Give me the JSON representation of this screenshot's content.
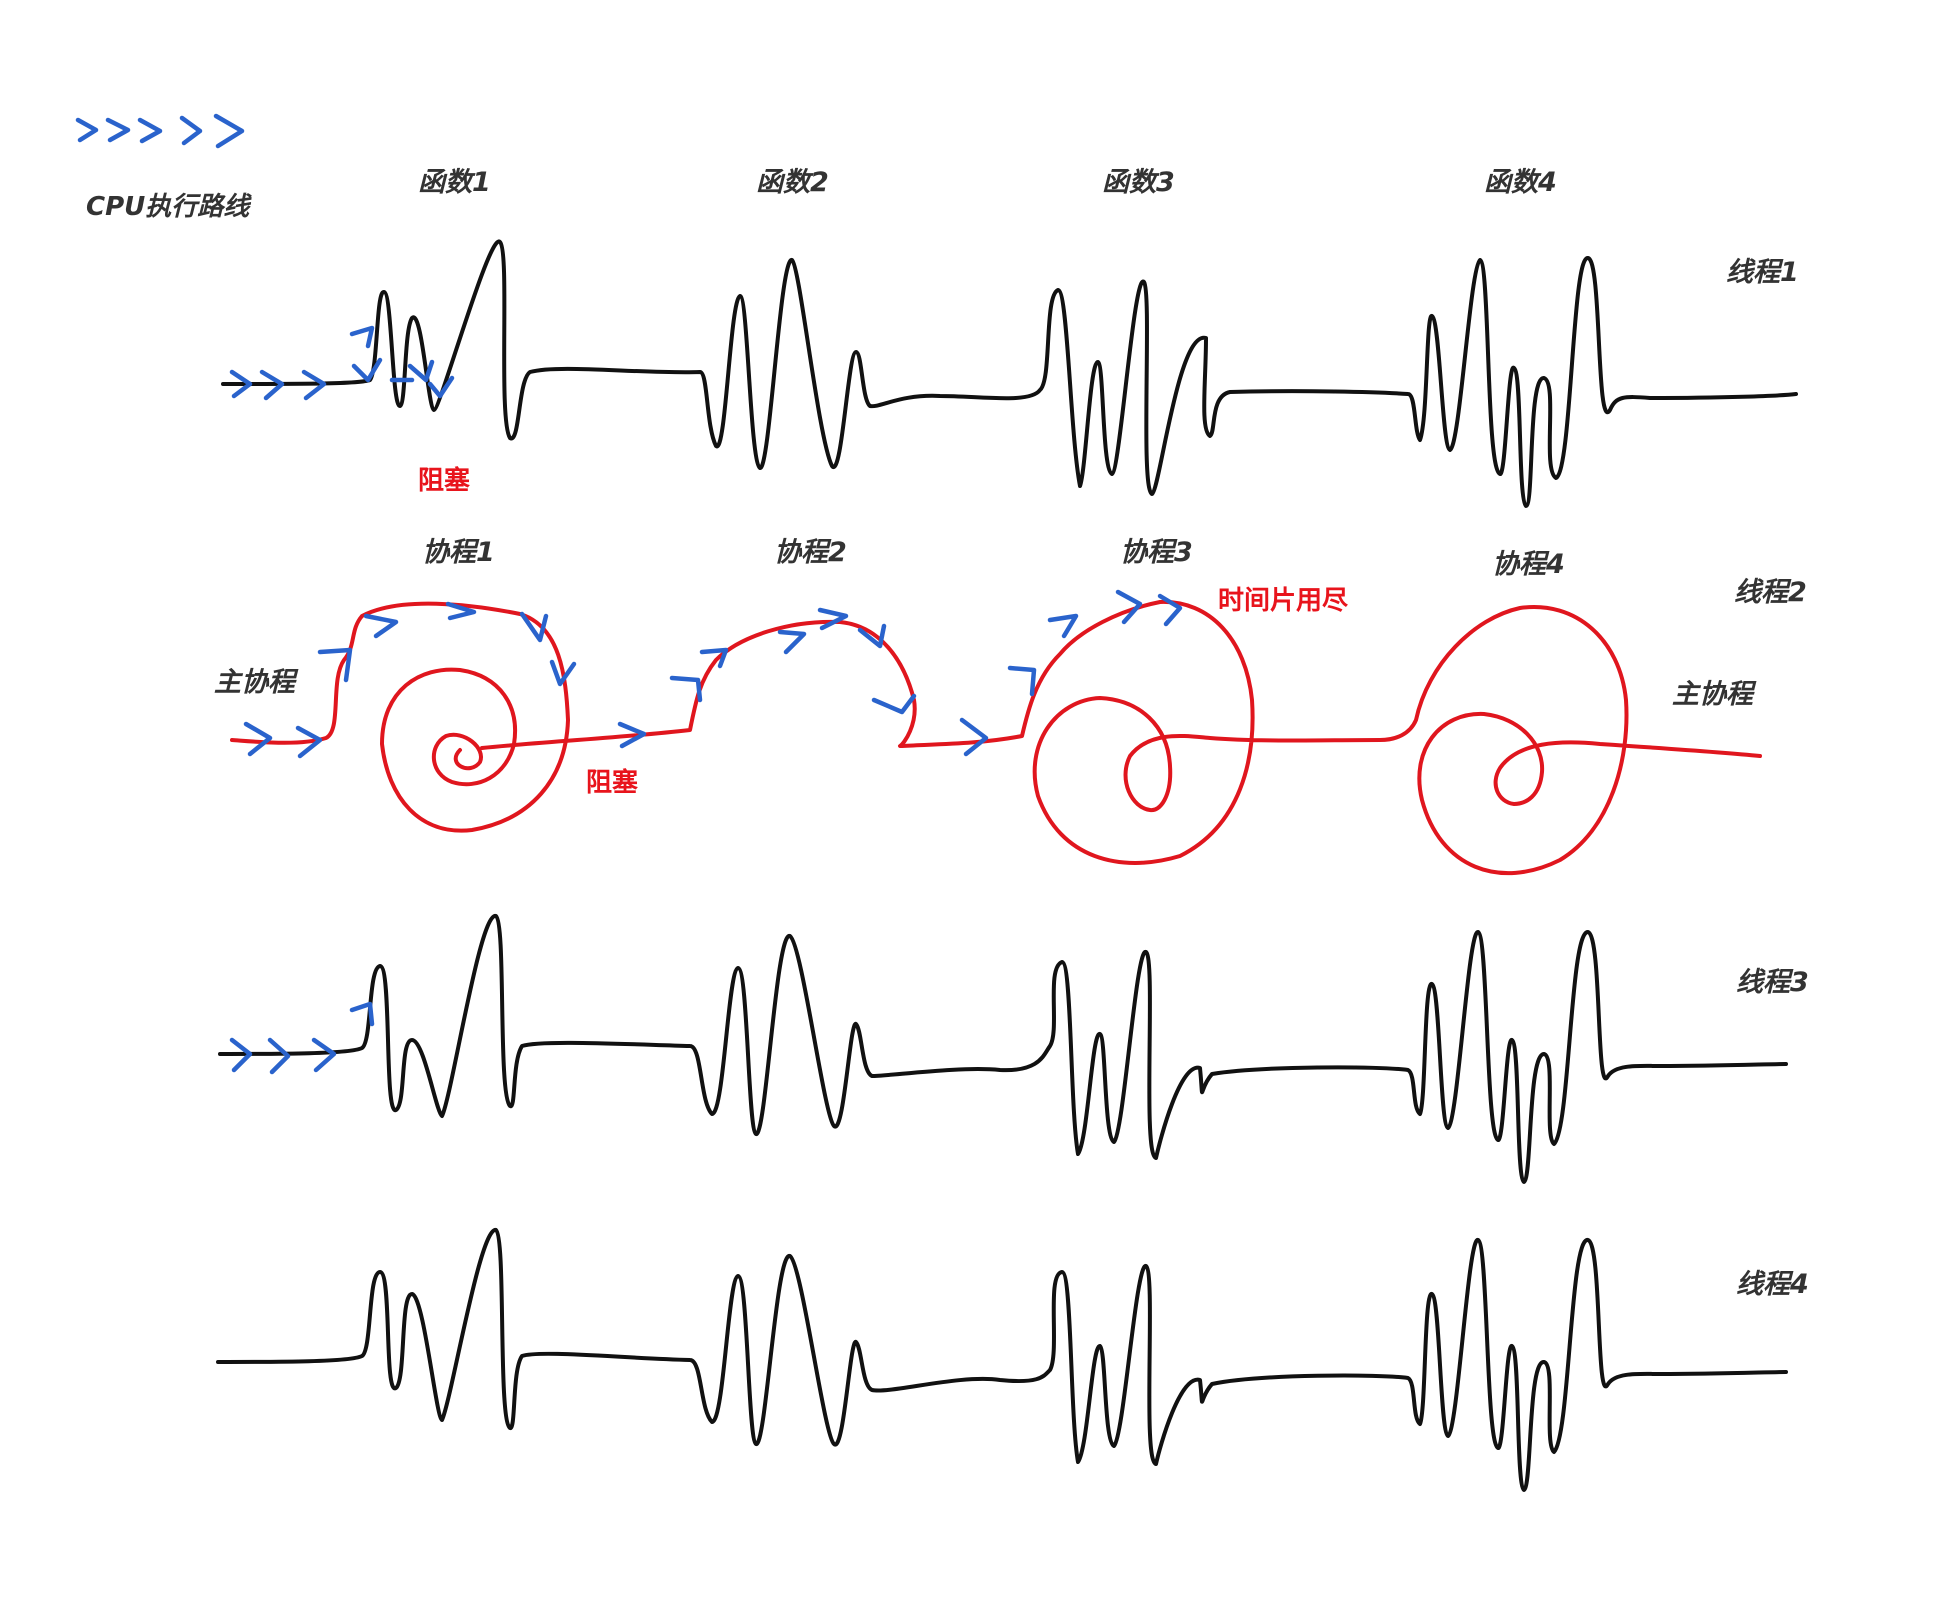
{
  "legend": {
    "label": "CPU执行路线",
    "arrow_icon": "chevron-arrows-icon",
    "arrow_color": "#2a63cc"
  },
  "functions": [
    "函数1",
    "函数2",
    "函数3",
    "函数4"
  ],
  "threads": [
    "线程1",
    "线程2",
    "线程3",
    "线程4"
  ],
  "coroutines": [
    "协程1",
    "协程2",
    "协程3",
    "协程4"
  ],
  "main_coroutine_left": "主协程",
  "main_coroutine_right": "主协程",
  "annotations": {
    "blocked_thread": "阻塞",
    "blocked_coroutine": "阻塞",
    "time_slice": "时间片用尽"
  },
  "colors": {
    "thread_line": "#111111",
    "coroutine_line": "#e0161e",
    "annotation": "#e8141c",
    "label": "#333333"
  }
}
